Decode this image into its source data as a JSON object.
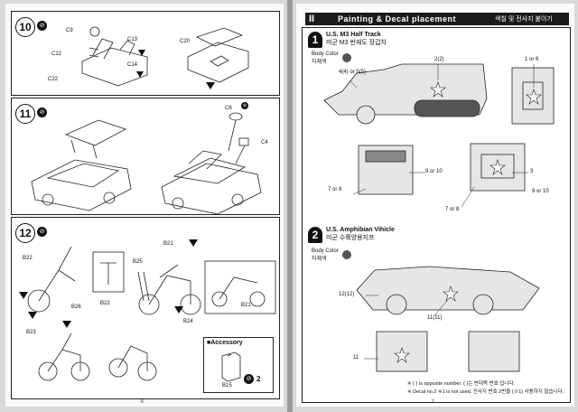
{
  "left_page": {
    "page_number": "6",
    "steps": [
      {
        "number": "10",
        "parts": [
          "C9",
          "C12",
          "C22",
          "C13",
          "C14",
          "C20"
        ]
      },
      {
        "number": "11",
        "parts": [
          "C6",
          "C4"
        ]
      },
      {
        "number": "12",
        "parts": [
          "B22",
          "B26",
          "B22",
          "B25",
          "B21",
          "B24",
          "B21",
          "B23"
        ]
      }
    ],
    "accessory": {
      "title": "Accessory",
      "part": "B15",
      "count": "2"
    }
  },
  "right_page": {
    "page_number": "7",
    "section": {
      "roman": "II",
      "title": "Painting & Decal placement",
      "korean": "색칠 및 전사지 붙이기"
    },
    "vehicles": [
      {
        "number": "1",
        "name": "U.S. M3 Half Track",
        "korean": "미군 M3 반궤도 장갑차",
        "body_color_label": "Body Color",
        "body_color_korean": "차체색",
        "decals_side": [
          "4(4) or 5(5)",
          "2(2)"
        ],
        "decals_top": [
          "1 or 6"
        ],
        "decals_front": [
          "9 or 10",
          "7 or 8"
        ],
        "decals_rear": [
          "3",
          "9 or 10",
          "7 or 8"
        ]
      },
      {
        "number": "2",
        "name": "U.S. Amphibian Vihicle",
        "korean": "미군 수륙양용지프",
        "body_color_label": "Body Color",
        "body_color_korean": "차체색",
        "decals_side": [
          "12(12)",
          "11(11)"
        ],
        "decals_front": [
          "11"
        ]
      }
    ],
    "notes": [
      "※ ( ) is opposite number. ( )는 반대쪽 번호 입니다.",
      "※ Decal no.2 ※1 is not used. 전사지 번호 2번을 (※1) 사용하지 않습니다."
    ]
  },
  "colors": {
    "banner": "#1a1a1a",
    "page": "#fafafa",
    "ink": "#111111"
  }
}
